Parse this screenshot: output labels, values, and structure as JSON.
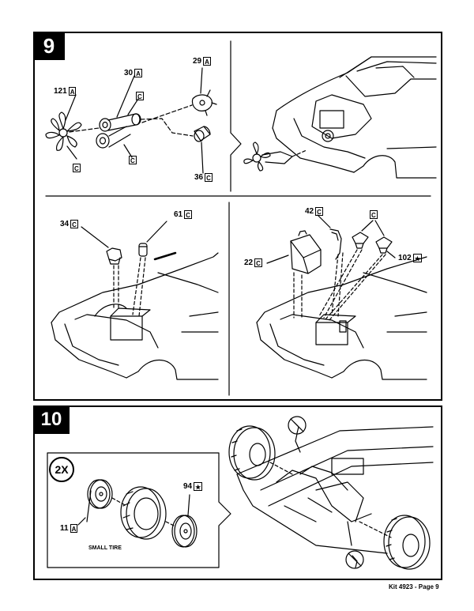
{
  "steps": [
    {
      "number": "9"
    },
    {
      "number": "10"
    }
  ],
  "step9": {
    "panel_top_left": {
      "labels": [
        {
          "num": "121",
          "code": "A"
        },
        {
          "num": "30",
          "code": "A"
        },
        {
          "num": "29",
          "code": "A"
        },
        {
          "num": "",
          "code": "C"
        },
        {
          "num": "",
          "code": "C"
        },
        {
          "num": "",
          "code": "C"
        },
        {
          "num": "36",
          "code": "C"
        }
      ]
    },
    "panel_bottom_left": {
      "labels": [
        {
          "num": "34",
          "code": "C"
        },
        {
          "num": "61",
          "code": "C"
        }
      ]
    },
    "panel_bottom_right": {
      "labels": [
        {
          "num": "42",
          "code": "C"
        },
        {
          "num": "",
          "code": "C"
        },
        {
          "num": "22",
          "code": "C"
        },
        {
          "num": "102",
          "code": "★"
        }
      ]
    }
  },
  "step10": {
    "multiplier": "2X",
    "labels": [
      {
        "num": "94",
        "code": "★"
      },
      {
        "num": "11",
        "code": "A"
      }
    ],
    "small_tire": "SMALL TIRE"
  },
  "footer": "Kit 4923 - Page 9"
}
